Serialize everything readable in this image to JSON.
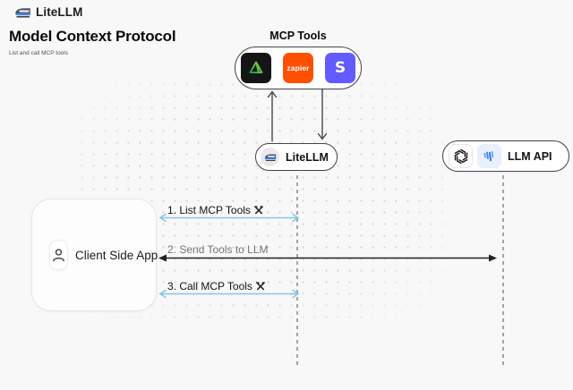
{
  "header": {
    "brand": "LiteLLM",
    "title": "Model Context Protocol",
    "subtitle": "List and call MCP tools"
  },
  "mcp": {
    "label": "MCP Tools",
    "tools": {
      "triangle": {
        "name": "green-triangle-tool",
        "bg": "#151518"
      },
      "zapier": {
        "label": "zapier",
        "bg": "#FF4F00"
      },
      "stripe": {
        "label": "S",
        "bg": "#635BFF"
      }
    }
  },
  "nodes": {
    "litellm": {
      "label": "LiteLLM"
    },
    "llm_api": {
      "label": "LLM API"
    },
    "client": {
      "label": "Client Side App"
    }
  },
  "sequence": [
    {
      "label": "1. List MCP Tools",
      "has_tools_icon": true,
      "color": "#85C6EA"
    },
    {
      "label": "2. Send Tools to LLM",
      "has_tools_icon": false,
      "color": "#212124"
    },
    {
      "label": "3. Call MCP Tools",
      "has_tools_icon": true,
      "color": "#85C6EA"
    }
  ],
  "colors": {
    "background": "#f8f8f9",
    "arrow_blue": "#85C6EA",
    "arrow_black": "#212124",
    "border_dark": "#44444b",
    "border_light": "#e6e6e9",
    "zapier_orange": "#FF4F00",
    "stripe_indigo": "#635BFF",
    "tile_black": "#151518",
    "triangle_green": "#3ECF6E",
    "provider_blue": "#3b82f6"
  },
  "icons": [
    "litellm-train-icon",
    "green-triangle-tool-icon",
    "zapier-logo",
    "stripe-logo",
    "openai-icon",
    "llm-provider-icon",
    "person-icon",
    "hammer-wrench-icon",
    "up-arrow",
    "down-arrow"
  ]
}
